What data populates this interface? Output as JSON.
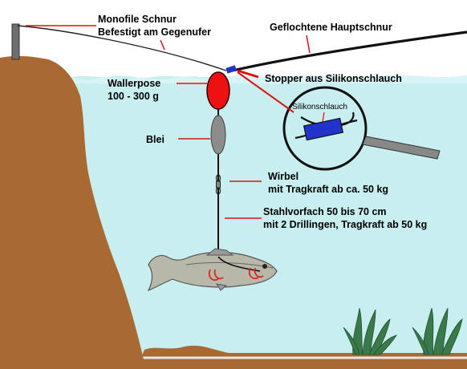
{
  "labels": {
    "monofil_line1": "Monofile Schnur",
    "monofil_line2": "Befestigt am Gegenufer",
    "hauptschnur": "Geflochtene Hauptschnur",
    "wallerpose_line1": "Wallerpose",
    "wallerpose_line2": "100 - 300 g",
    "stopper": "Stopper aus Silikonschlauch",
    "silikonschlauch": "Silikonschlauch",
    "blei": "Blei",
    "wirbel_line1": "Wirbel",
    "wirbel_line2": "mit Tragkraft ab ca. 50 kg",
    "stahl_line1": "Stahlvorfach 50 bis 70 cm",
    "stahl_line2": "mit  2 Drillingen, Tragkraft ab 50 kg"
  },
  "colors": {
    "water": "#c8eef0",
    "shore": "#a86a32",
    "float": "#ee1111",
    "lead": "#8c8c8c",
    "pointer": "#dd1111",
    "stopper": "#2233cc",
    "plants": "#3a7a4a"
  }
}
